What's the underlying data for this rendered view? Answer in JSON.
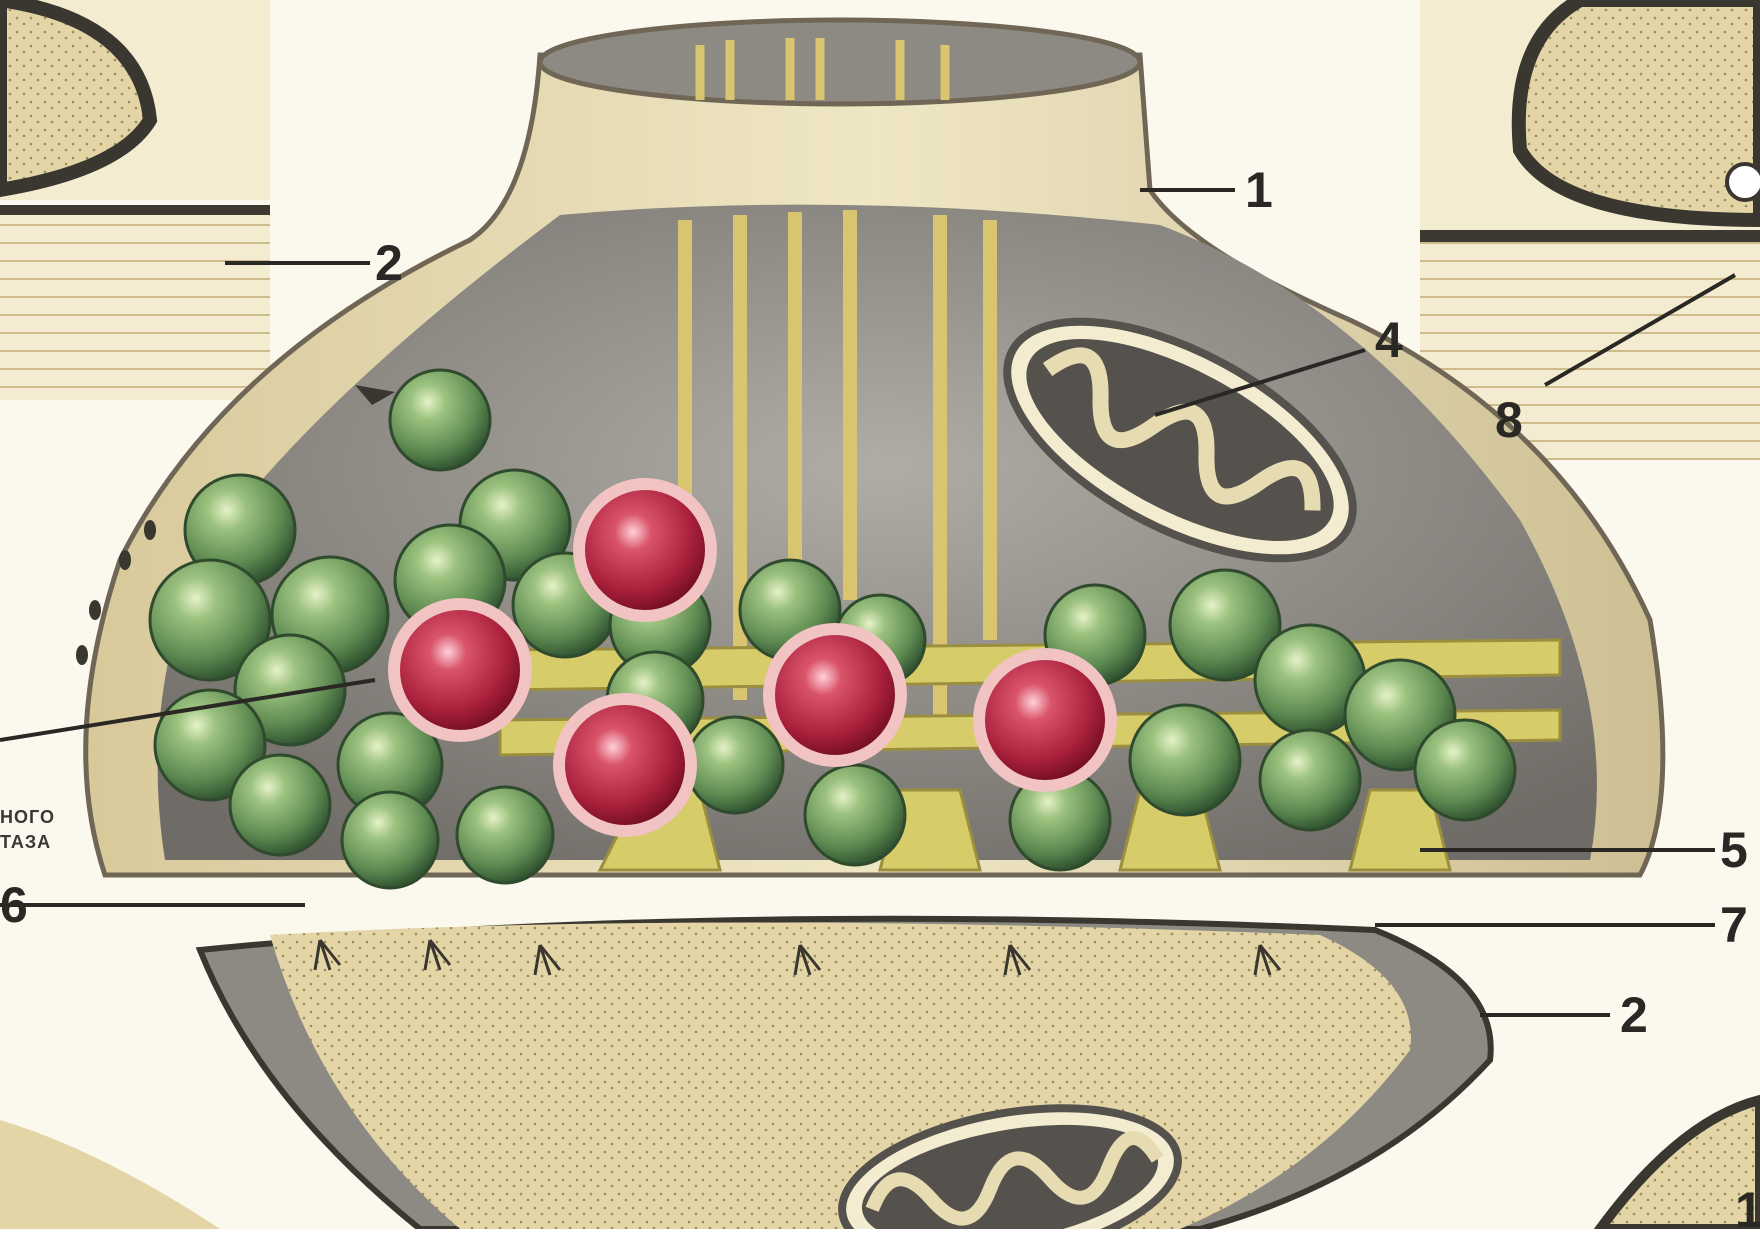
{
  "labels": {
    "l1": "1",
    "l2_upper_left": "2",
    "l2_lower_right": "2",
    "l4": "4",
    "l5": "5",
    "l6": "6",
    "l7": "7",
    "l8": "8",
    "l1_fragment": "1"
  },
  "caption_fragment": {
    "line1": "НОГО",
    "line2": "ТАЗА"
  },
  "colors": {
    "membrane": "#e7dcb1",
    "membrane_edge": "#6f6656",
    "cytoplasm": "#8d8a84",
    "postsynaptic": "#dccfa1",
    "vesicle_green": "#6f9a63",
    "vesicle_red": "#b32d42",
    "filament": "#d9c46f",
    "mitochondrion": "#55524d"
  }
}
